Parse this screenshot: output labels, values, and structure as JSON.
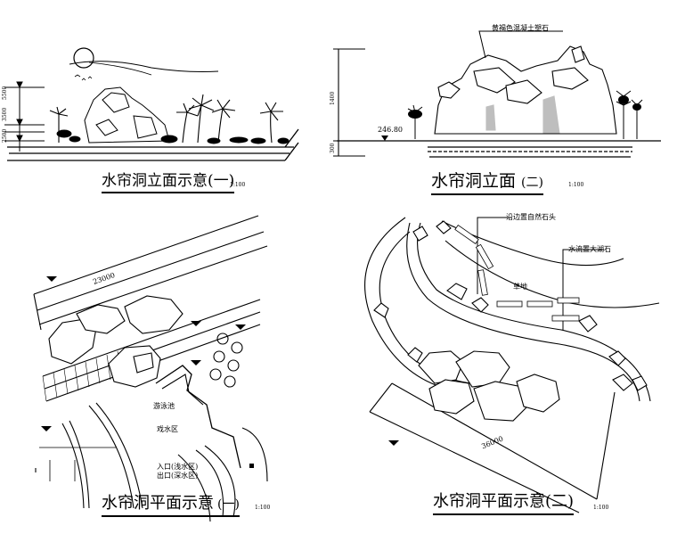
{
  "panels": {
    "elev1": {
      "title": "水帘洞立面示意(一)",
      "scale": "1:100",
      "dims": [
        "5500",
        "3500",
        "2500"
      ]
    },
    "elev2": {
      "title": "水帘洞立面",
      "title_suffix": "(二)",
      "scale": "1:100",
      "callout": "黄褐色混凝土塑石",
      "dims": [
        "1400",
        "300"
      ],
      "level": "246.80"
    },
    "plan1": {
      "title": "水帘洞平面示意",
      "title_suffix": "(一)",
      "scale": "1:100",
      "dim": "23000",
      "labels": [
        "游泳池",
        "戏水区",
        "入口(浅水区)",
        "出口(深水区)"
      ]
    },
    "plan2": {
      "title": "水帘洞平面示意(二)",
      "scale": "1:100",
      "callouts": [
        "沿边置自然石头",
        "水流置大湖石"
      ],
      "lawn": "草地",
      "dim": "36000"
    }
  }
}
